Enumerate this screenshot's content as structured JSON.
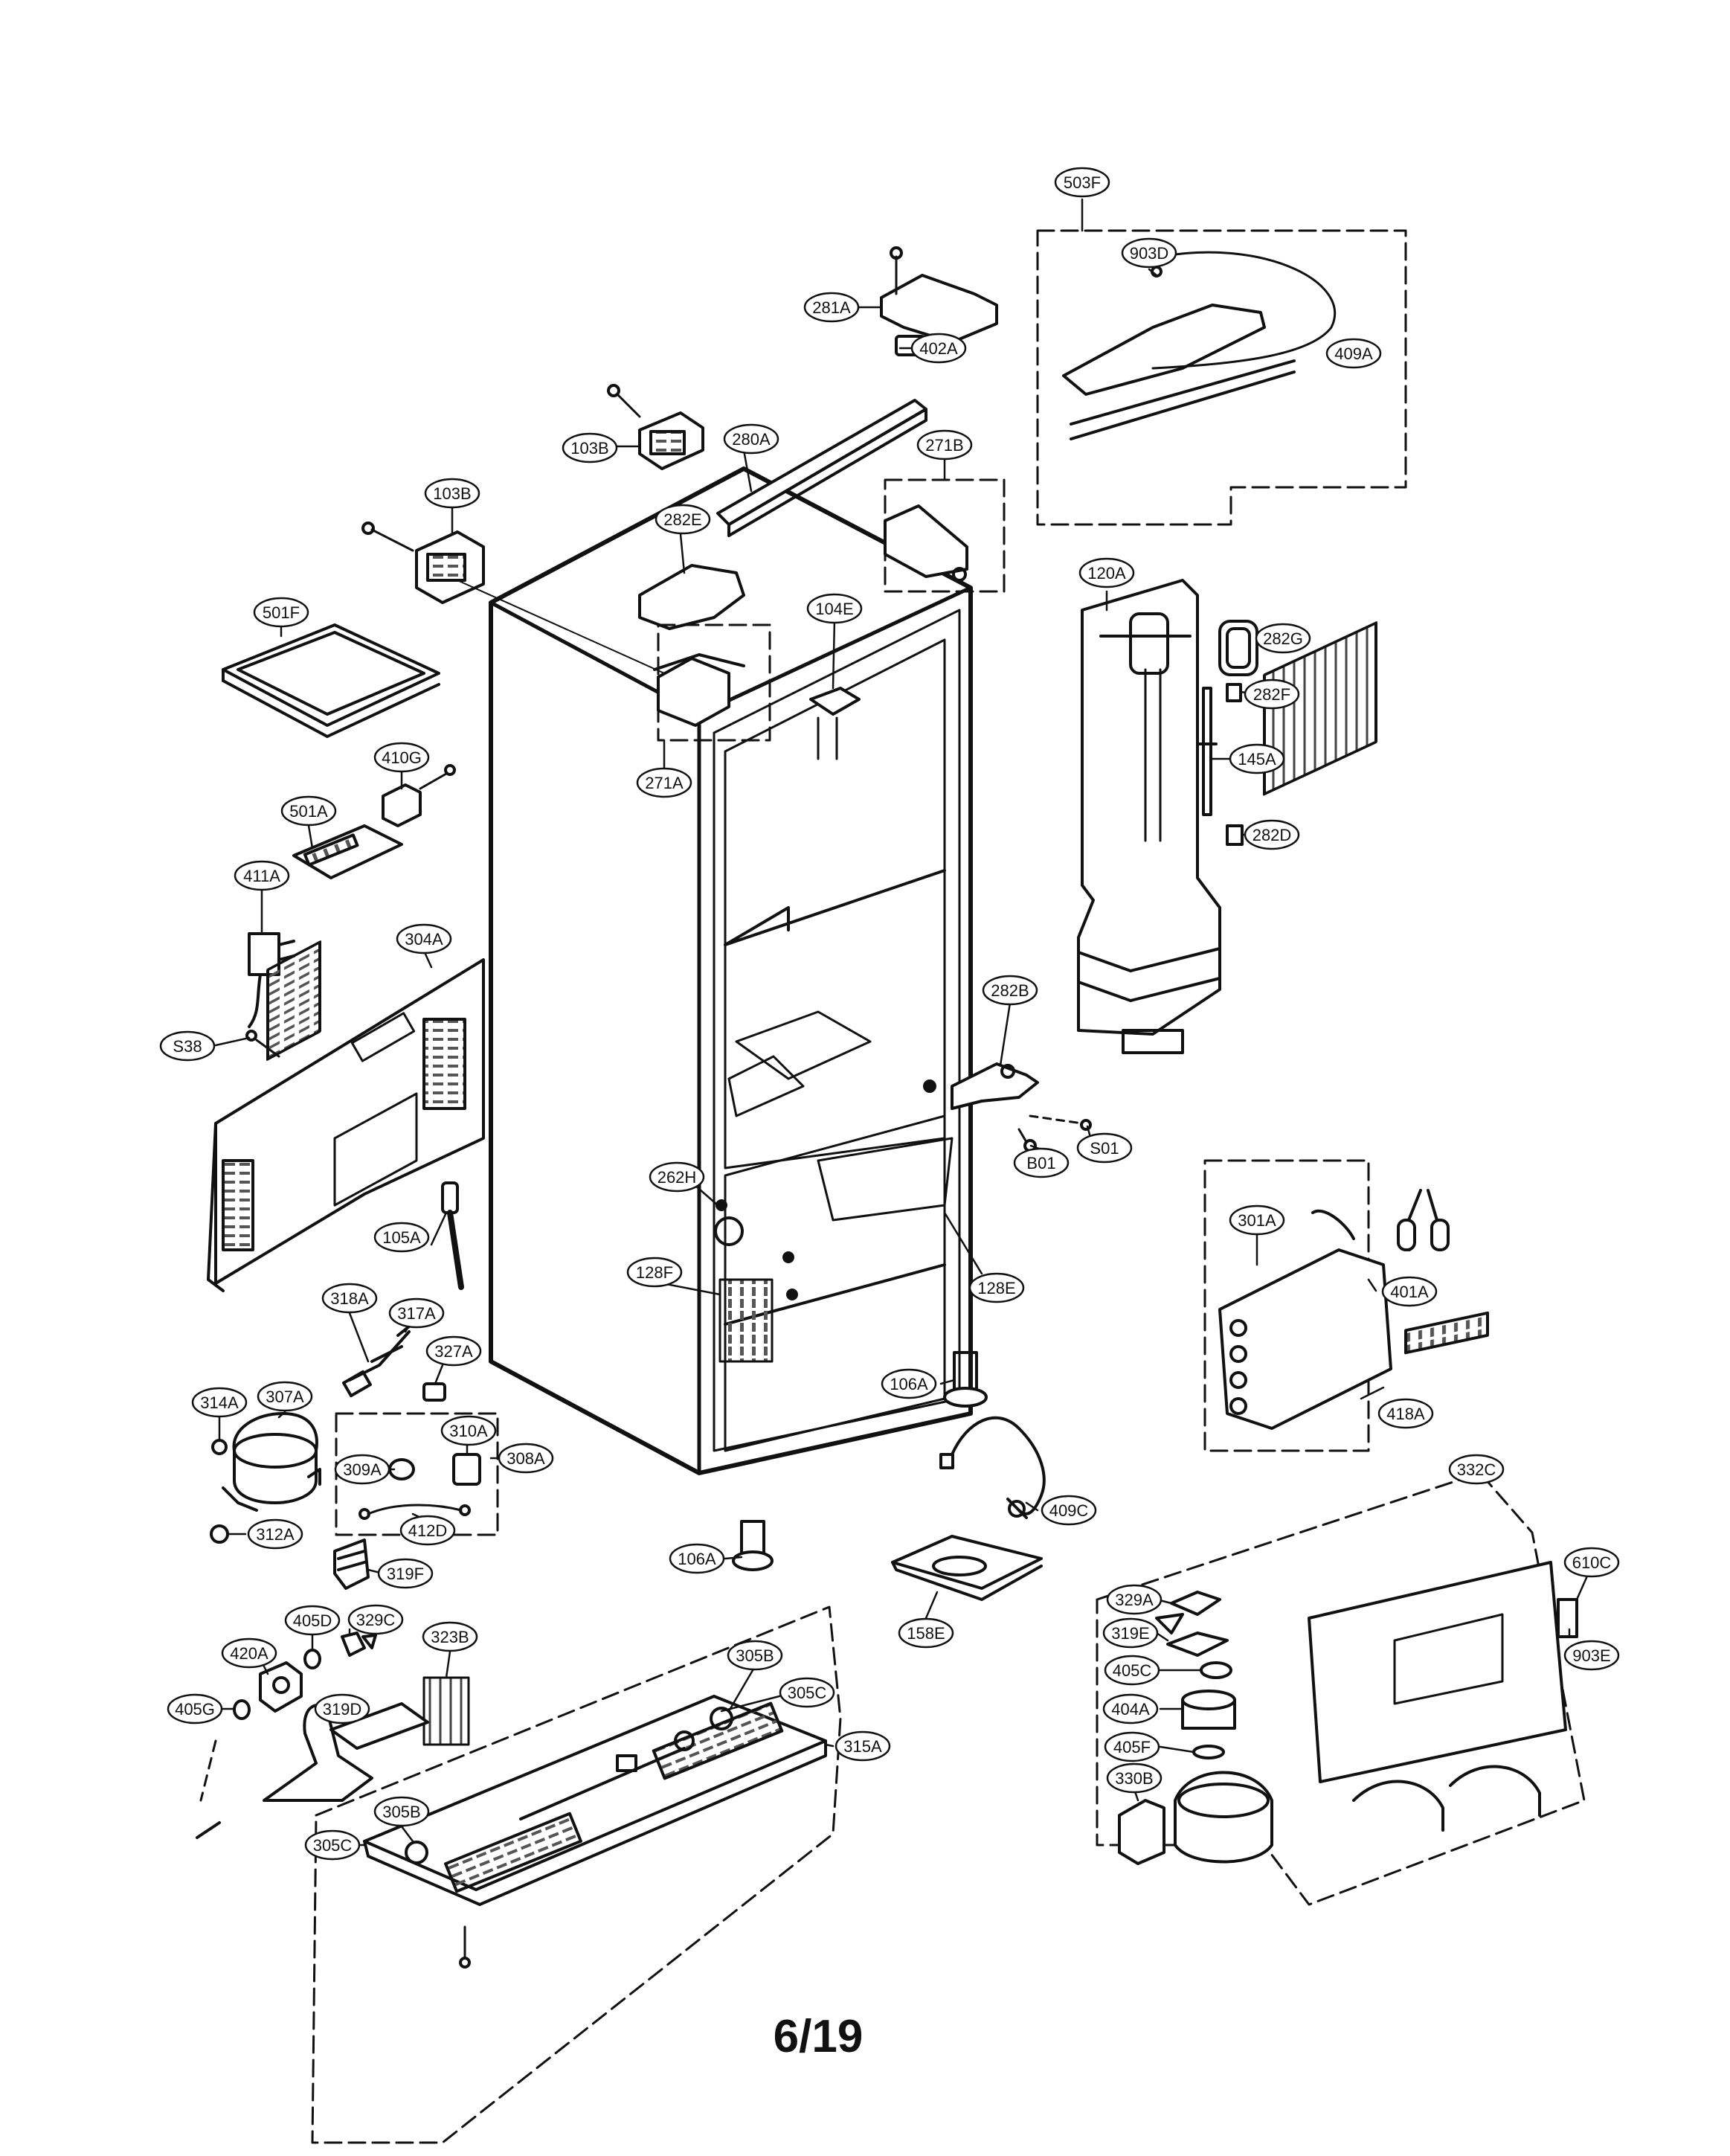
{
  "page": {
    "number": "6/19"
  },
  "callouts": {
    "c503F": "503F",
    "c903D": "903D",
    "c409A": "409A",
    "c281A": "281A",
    "c402A": "402A",
    "c103B_top": "103B",
    "c280A": "280A",
    "c271B": "271B",
    "c103B_left": "103B",
    "c282E": "282E",
    "c104E": "104E",
    "c501F": "501F",
    "c271A": "271A",
    "c410G": "410G",
    "c501A": "501A",
    "c411A": "411A",
    "c304A": "304A",
    "cS38": "S38",
    "c120A": "120A",
    "c282G": "282G",
    "c282F": "282F",
    "c145A": "145A",
    "c282D": "282D",
    "c282B": "282B",
    "cB01": "B01",
    "cS01": "S01",
    "c262H": "262H",
    "c105A": "105A",
    "c128F": "128F",
    "c128E": "128E",
    "c301A": "301A",
    "c401A": "401A",
    "c418A": "418A",
    "c318A": "318A",
    "c317A": "317A",
    "c327A": "327A",
    "c314A": "314A",
    "c307A": "307A",
    "c310A": "310A",
    "c308A": "308A",
    "c309A": "309A",
    "c312A": "312A",
    "c412D": "412D",
    "c319F": "319F",
    "c106A_a": "106A",
    "c409C": "409C",
    "c332C": "332C",
    "c106A_b": "106A",
    "c158E": "158E",
    "c610C": "610C",
    "c329A": "329A",
    "c319E": "319E",
    "c405C_r": "405C",
    "c903E": "903E",
    "c404A": "404A",
    "c405F": "405F",
    "c330B": "330B",
    "c405D": "405D",
    "c329C": "329C",
    "c323B": "323B",
    "c420A": "420A",
    "c405G": "405G",
    "c319D": "319D",
    "c305B_t": "305B",
    "c305C_t": "305C",
    "c315A": "315A",
    "c305B_b": "305B",
    "c305C_b": "305C"
  }
}
